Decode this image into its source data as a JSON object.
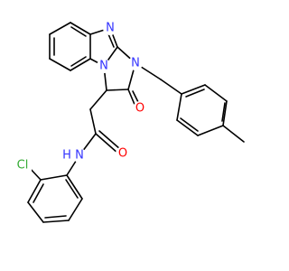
{
  "molecule": {
    "atoms": {
      "n_imine": {
        "symbol": "N",
        "color": "#3333ff"
      },
      "n_bridge": {
        "symbol": "N",
        "color": "#3333ff"
      },
      "n_ring": {
        "symbol": "N",
        "color": "#3333ff"
      },
      "o_ring": {
        "symbol": "O",
        "color": "#ff0000"
      },
      "o_amide": {
        "symbol": "O",
        "color": "#ff0000"
      },
      "n_amide": {
        "symbol": "N",
        "color": "#3333ff"
      },
      "h_amide": {
        "symbol": "H",
        "color": "#3333ff"
      },
      "cl": {
        "symbol": "Cl",
        "color": "#33aa33"
      }
    }
  }
}
